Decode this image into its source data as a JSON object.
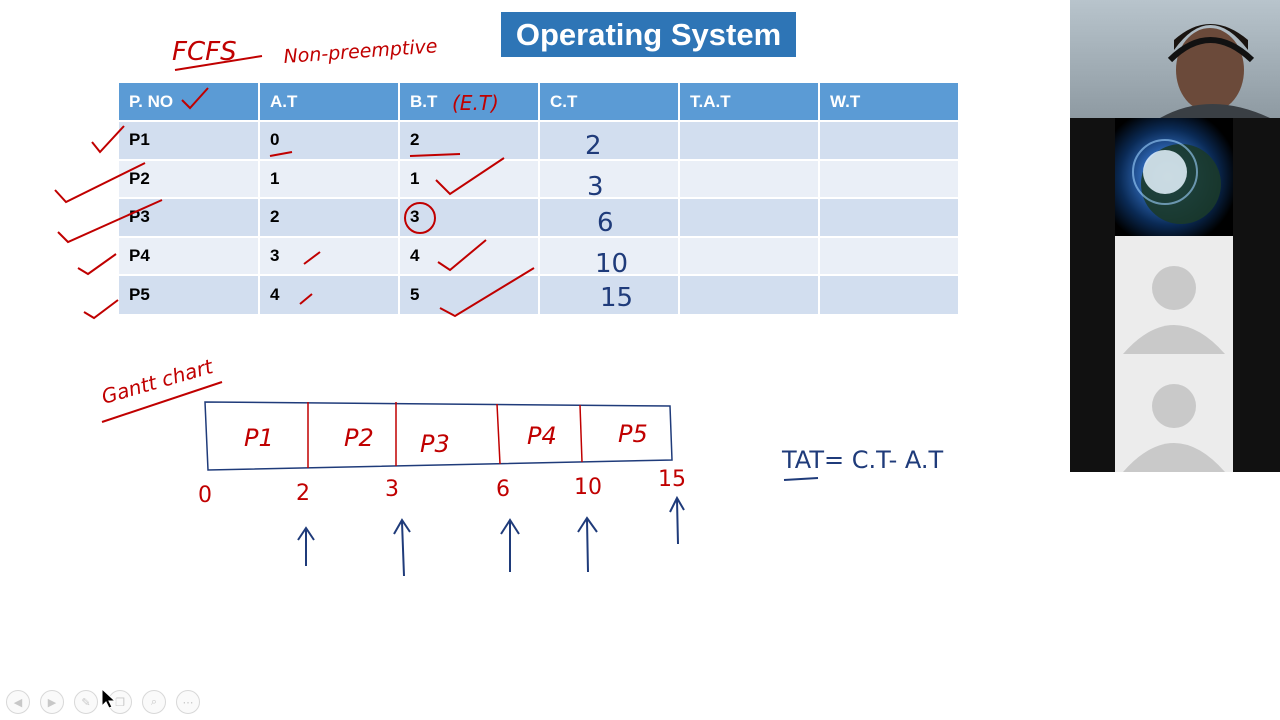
{
  "slide": {
    "title": "Operating System",
    "table": {
      "headers": [
        "P. NO",
        "A.T",
        "B.T",
        "C.T",
        "T.A.T",
        "W.T"
      ],
      "rows": [
        [
          "P1",
          "0",
          "2",
          "",
          "",
          ""
        ],
        [
          "P2",
          "1",
          "1",
          "",
          "",
          ""
        ],
        [
          "P3",
          "2",
          "3",
          "",
          "",
          ""
        ],
        [
          "P4",
          "3",
          "4",
          "",
          "",
          ""
        ],
        [
          "P5",
          "4",
          "5",
          "",
          "",
          ""
        ]
      ]
    }
  },
  "annotations": {
    "algorithm": "FCFS",
    "mode": "Non-preemptive",
    "bt_note": "(E.T)",
    "completion_times": [
      "2",
      "3",
      "6",
      "10",
      "15"
    ],
    "gantt_label": "Gantt chart",
    "gantt_blocks": [
      "P1",
      "P2",
      "P3",
      "P4",
      "P5"
    ],
    "gantt_ticks": [
      "0",
      "2",
      "3",
      "6",
      "10",
      "15"
    ],
    "formula": "TAT= C.T- A.T"
  },
  "participants": {
    "presenter": "presenter-video",
    "others": [
      "participant-2",
      "participant-3"
    ]
  },
  "toolbar": {
    "buttons": [
      "back-icon",
      "forward-icon",
      "pen-icon",
      "copy-icon",
      "zoom-icon",
      "more-icon"
    ]
  },
  "colors": {
    "title_bg": "#2e75b6",
    "header_bg": "#5b9bd5",
    "row_odd": "#d2deef",
    "row_even": "#eaeff7",
    "ink_red": "#c00000",
    "ink_blue": "#1f3b7a"
  }
}
